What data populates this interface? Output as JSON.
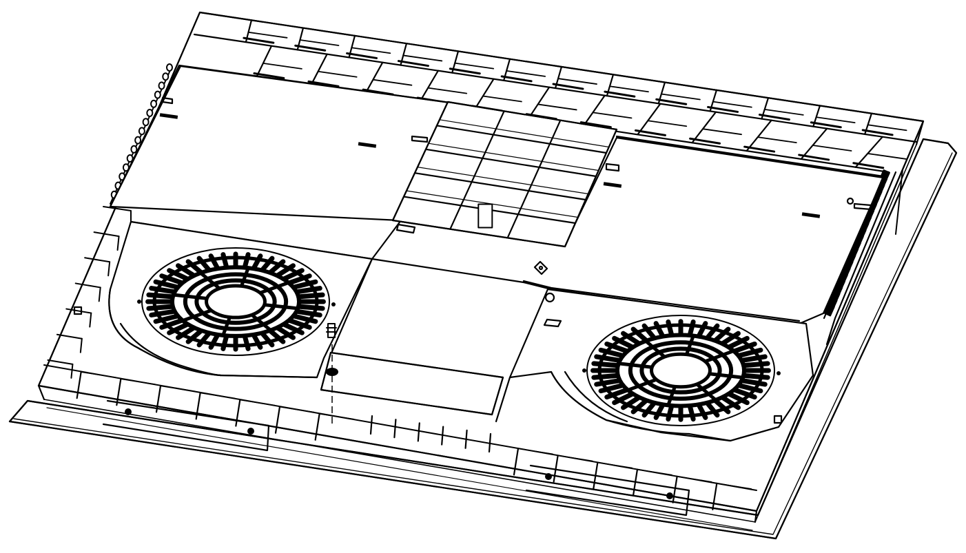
{
  "drawing": {
    "subject": "cooktop-bottom-housing",
    "view": "isometric-underside",
    "fan_count": 2,
    "fan_blade_count": 44,
    "colors": {
      "background": "#ffffff",
      "ink": "#000000"
    },
    "icons": {
      "fan": "fan-icon",
      "screw": "screw-icon",
      "mount_hole": "mount-hole-icon"
    }
  }
}
